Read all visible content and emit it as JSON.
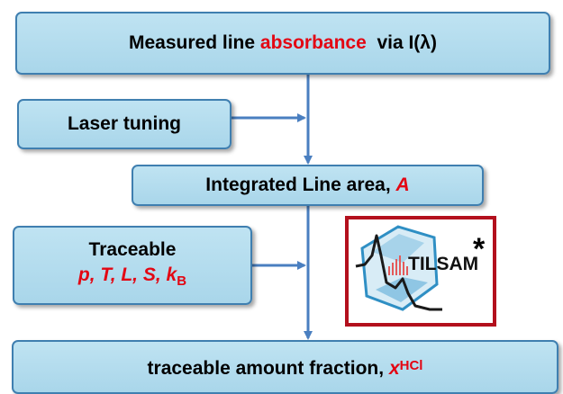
{
  "flow": {
    "measured": {
      "prefix": "Measured line ",
      "highlight": "absorbance",
      "suffix": "  via I(λ)"
    },
    "laser_tuning": "Laser tuning",
    "integrated": {
      "prefix": "Integrated Line area, ",
      "symbol": "A"
    },
    "traceable": {
      "title": "Traceable",
      "params": "p, T, L, S, k",
      "params_sub": "B"
    },
    "result": {
      "prefix": "traceable amount fraction, ",
      "symbol": "x",
      "symbol_sub": "HCl"
    }
  },
  "logo": {
    "text": "TILSAM",
    "marker": "*"
  },
  "colors": {
    "box_fill": "#b4dcee",
    "box_border": "#3f7fb0",
    "arrow": "#4a7fc0",
    "accent_red": "#e30613",
    "logo_frame": "#b3101d"
  }
}
